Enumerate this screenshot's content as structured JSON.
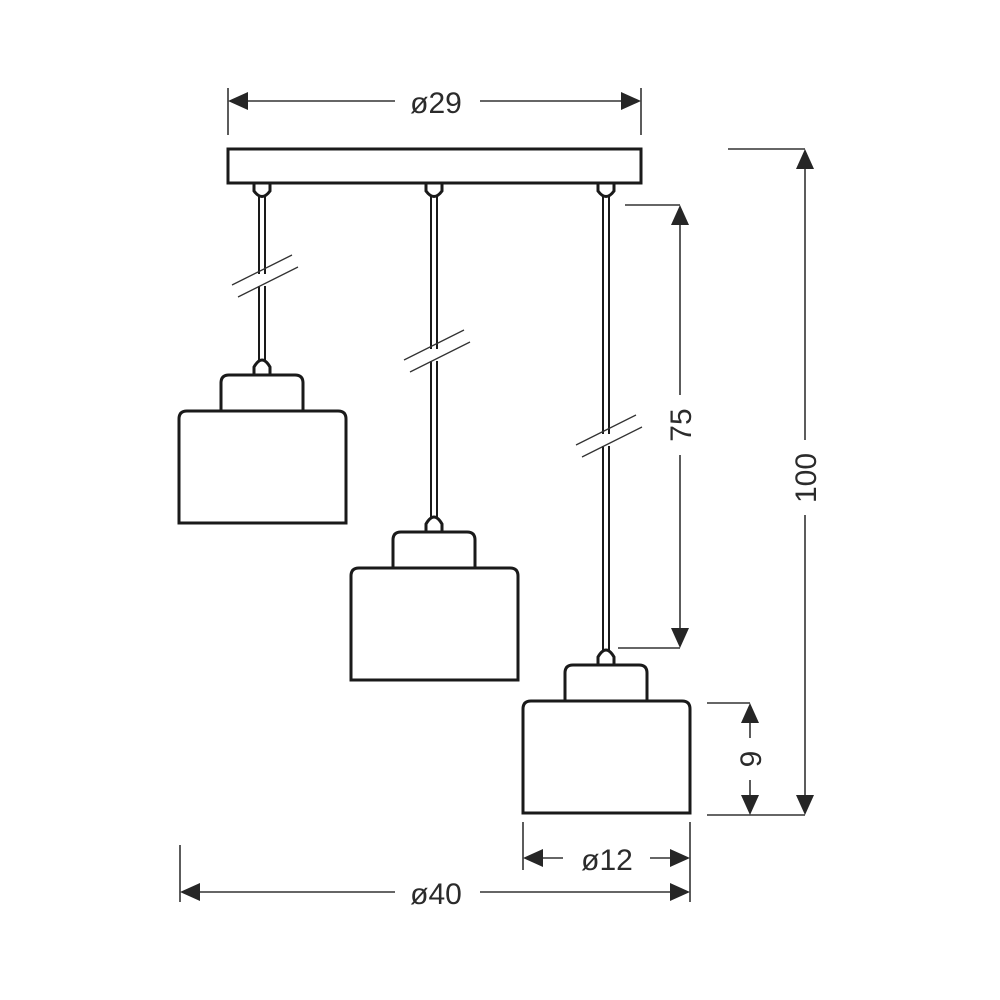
{
  "dimensions": {
    "canopy_diameter": "ø29",
    "total_diameter": "ø40",
    "shade_diameter": "ø12",
    "cord_length": "75",
    "total_height": "100",
    "shade_height": "9"
  },
  "pendant_count": 3
}
